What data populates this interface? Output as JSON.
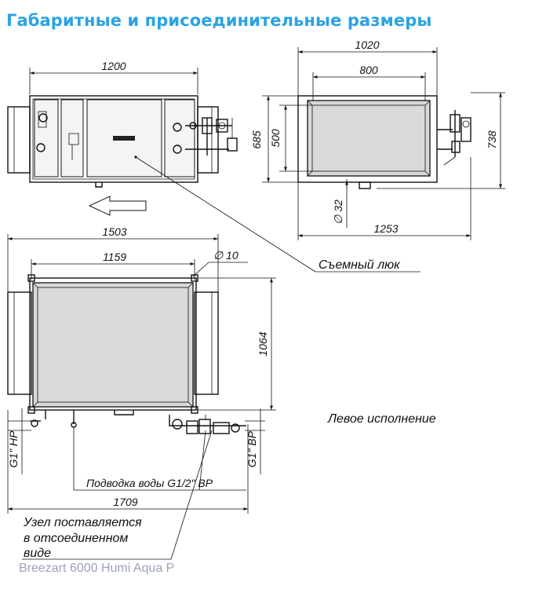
{
  "title": "Габаритные и присоединительные размеры",
  "footer": "Breezart 6000 Humi Aqua P",
  "labels": {
    "hatch": "Съемный люк",
    "left_version": "Левое исполнение",
    "water_supply": "Подводка воды G1/2\" ВР",
    "detached_line1": "Узел поставляется",
    "detached_line2": "в отсоединенном",
    "detached_line3": "виде"
  },
  "dimensions": {
    "top_width": "1200",
    "end_width": "1020",
    "end_inner_width": "800",
    "end_height": "685",
    "end_inner_height": "500",
    "end_total_height": "738",
    "drain_diameter": "∅ 32",
    "end_depth": "1253",
    "side_total": "1503",
    "side_inner": "1159",
    "hole_diameter": "∅ 10",
    "side_height": "1064",
    "pipe_hp": "G1\" НР",
    "pipe_vr": "G1\" ВР",
    "overall_length": "1709"
  },
  "colors": {
    "title": "#2aa3e3",
    "footer": "#9aa3b5",
    "lines": "#111111"
  },
  "icons": {
    "airflow": "arrow-left-icon"
  }
}
